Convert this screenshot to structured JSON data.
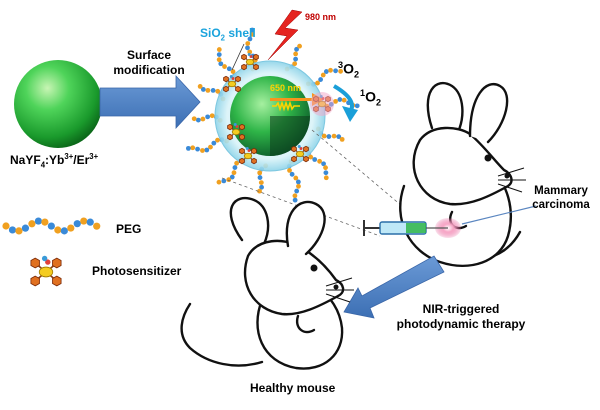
{
  "labels": {
    "core_formula": "NaYF",
    "core_sub": "4",
    "core_yb": ":Yb",
    "core_yb_sup": "3+",
    "core_er": "/Er",
    "core_er_sup": "3+",
    "surface_line1": "Surface",
    "surface_line2": "modification",
    "sio2_prefix": "SiO",
    "sio2_sub": "2",
    "sio2_suffix": " shell",
    "laser_980": "980 nm",
    "emission_650": "650 nm",
    "triplet_sup": "3",
    "triplet_o": "O",
    "triplet_sub": "2",
    "singlet_sup": "1",
    "singlet_o": "O",
    "singlet_sub": "2",
    "mammary_line1": "Mammary",
    "mammary_line2": "carcinoma",
    "peg": "PEG",
    "photosensitizer": "Photosensitizer",
    "nir_line1": "NIR-triggered",
    "nir_line2": "photodynamic therapy",
    "healthy": "Healthy mouse"
  },
  "colors": {
    "core_green": "#22b33a",
    "shell_cyan": "#bfe9f3",
    "arrow_blue": "#4a7fc0",
    "laser_red": "#e52420",
    "sio2_text": "#1aa3dc",
    "nm980_text": "#c00000",
    "emission_text": "#ffd200",
    "peg_orange": "#f0a020",
    "peg_blue": "#3a8ad8",
    "ps_orange": "#e07020",
    "ps_yellow": "#f4cc20"
  }
}
